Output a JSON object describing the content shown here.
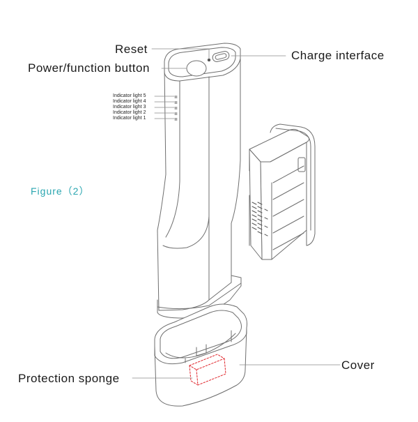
{
  "labels": {
    "reset": "Reset",
    "power_button": "Power/function button",
    "charge_interface": "Charge interface",
    "figure": "Figure（2）",
    "protection_sponge": "Protection sponge",
    "cover": "Cover"
  },
  "indicators": [
    "Indicator light 5",
    "Indicator light 4",
    "Indicator light 3",
    "Indicator light 2",
    "Indicator light 1"
  ],
  "colors": {
    "line": "#6e6e6e",
    "text": "#1a1a1a",
    "figure": "#2aa6b0",
    "sponge": "#e0262c"
  }
}
